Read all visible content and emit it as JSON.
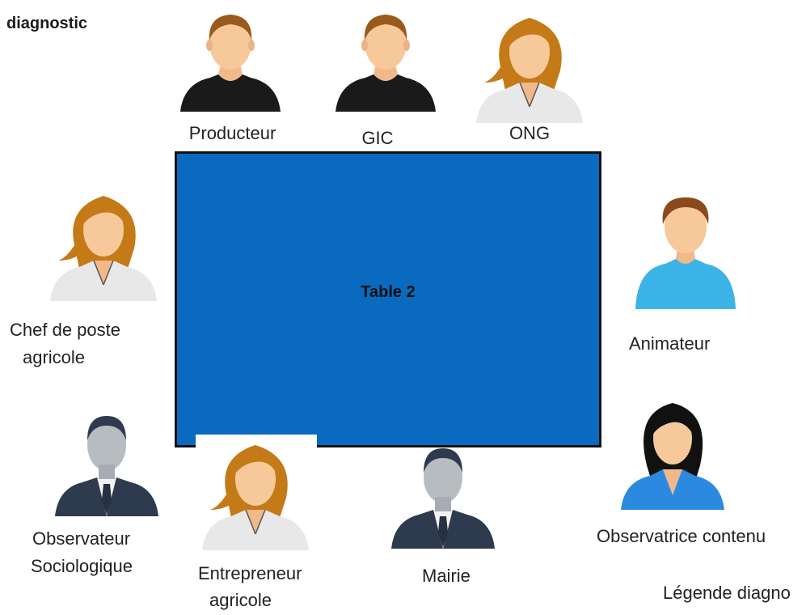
{
  "heading": "diagnostic",
  "table": {
    "label": "Table 2",
    "color": "#0a6abf"
  },
  "participants": {
    "producteur": {
      "label": "Producteur",
      "icon": "man-black-shirt-icon"
    },
    "gic": {
      "label": "GIC",
      "icon": "man-black-shirt-icon"
    },
    "ong": {
      "label": "ONG",
      "icon": "woman-auburn-hair-icon"
    },
    "chef": {
      "line1": "Chef de poste",
      "line2": "agricole",
      "icon": "woman-auburn-hair-icon"
    },
    "animateur": {
      "label": "Animateur",
      "icon": "man-blue-shirt-icon"
    },
    "observatrice": {
      "label": "Observatrice contenu",
      "icon": "woman-black-hair-icon"
    },
    "obs_socio": {
      "line1": "Observateur",
      "line2": "Sociologique",
      "icon": "man-suit-icon"
    },
    "entrepreneur": {
      "line1": "Entrepreneur",
      "line2": "agricole",
      "icon": "woman-auburn-hair-icon"
    },
    "mairie": {
      "label": "Mairie",
      "icon": "man-suit-icon"
    }
  },
  "legend": "Légende diagno"
}
